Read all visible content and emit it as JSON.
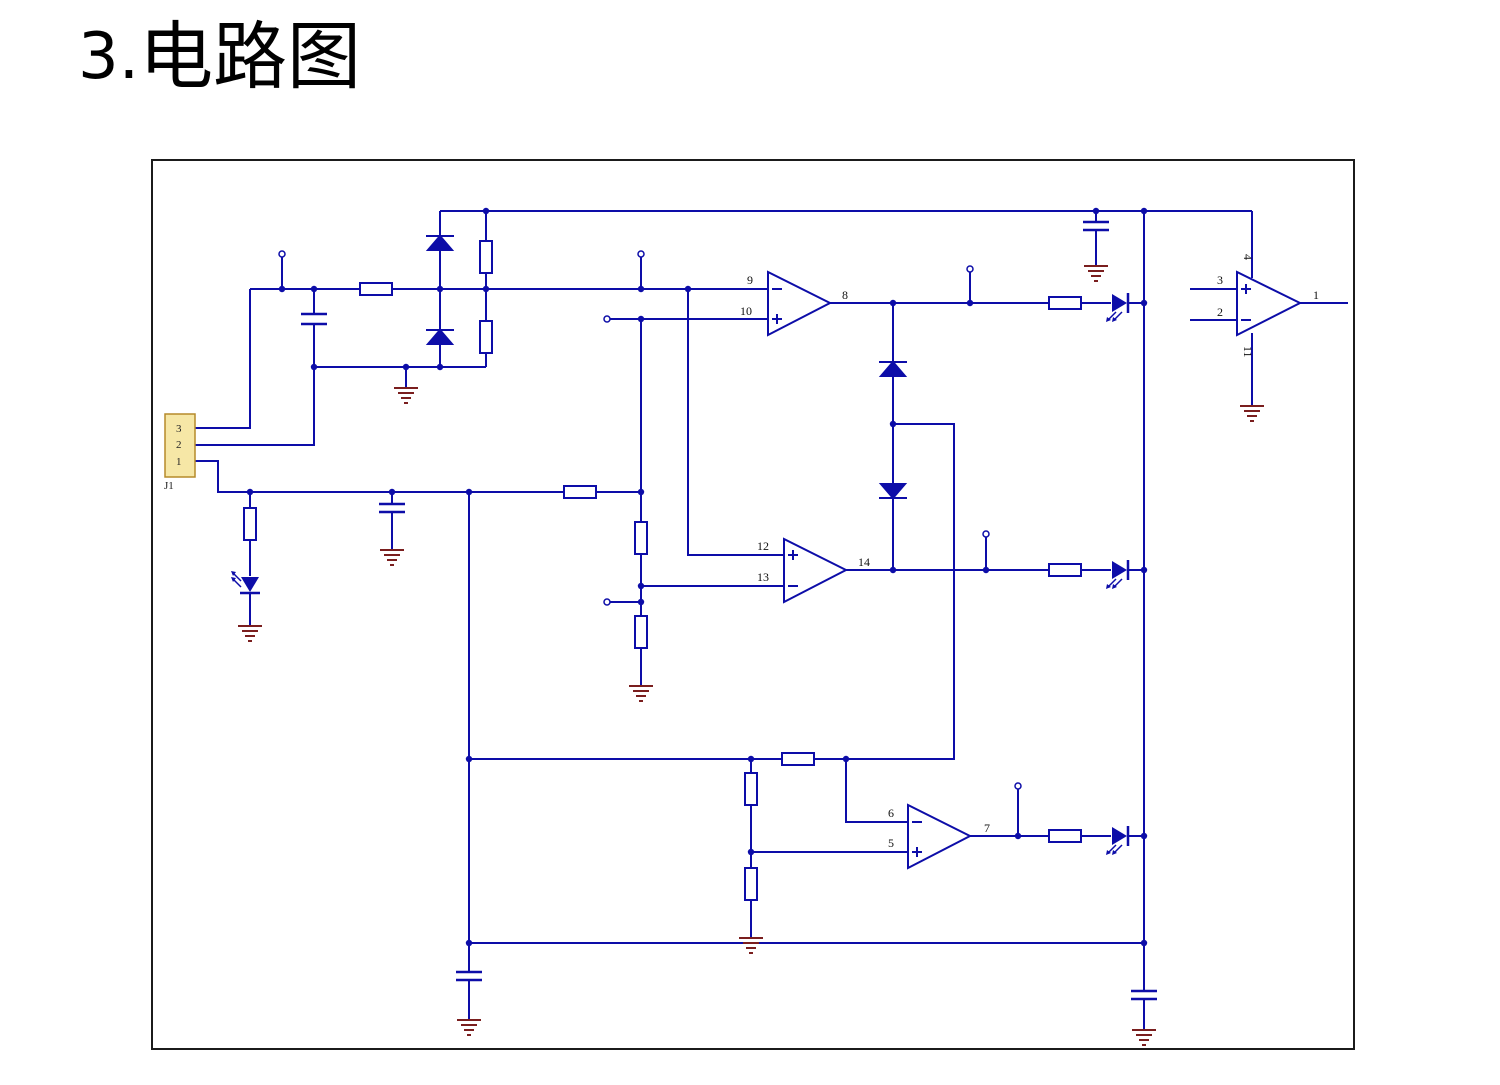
{
  "page": {
    "title_number": "3",
    "title_sep": ".",
    "title_text": "电路图"
  },
  "colors": {
    "wire": "#0d0da8",
    "ground": "#7a1e1e",
    "connector_fill": "#f6e7a6",
    "frame": "#1b1b1b"
  },
  "connector": {
    "ref": "J1",
    "pins": [
      "3",
      "2",
      "1"
    ]
  },
  "opamps": [
    {
      "id": "U1A",
      "inv_pin": "9",
      "noninv_pin": "10",
      "out_pin": "8"
    },
    {
      "id": "U1B",
      "noninv_pin": "12",
      "inv_pin": "13",
      "out_pin": "14"
    },
    {
      "id": "U1C",
      "inv_pin": "6",
      "noninv_pin": "5",
      "out_pin": "7"
    },
    {
      "id": "U1D",
      "noninv_pin": "3",
      "inv_pin": "2",
      "out_pin": "1",
      "vplus_pin": "4",
      "vminus_pin": "11"
    }
  ]
}
